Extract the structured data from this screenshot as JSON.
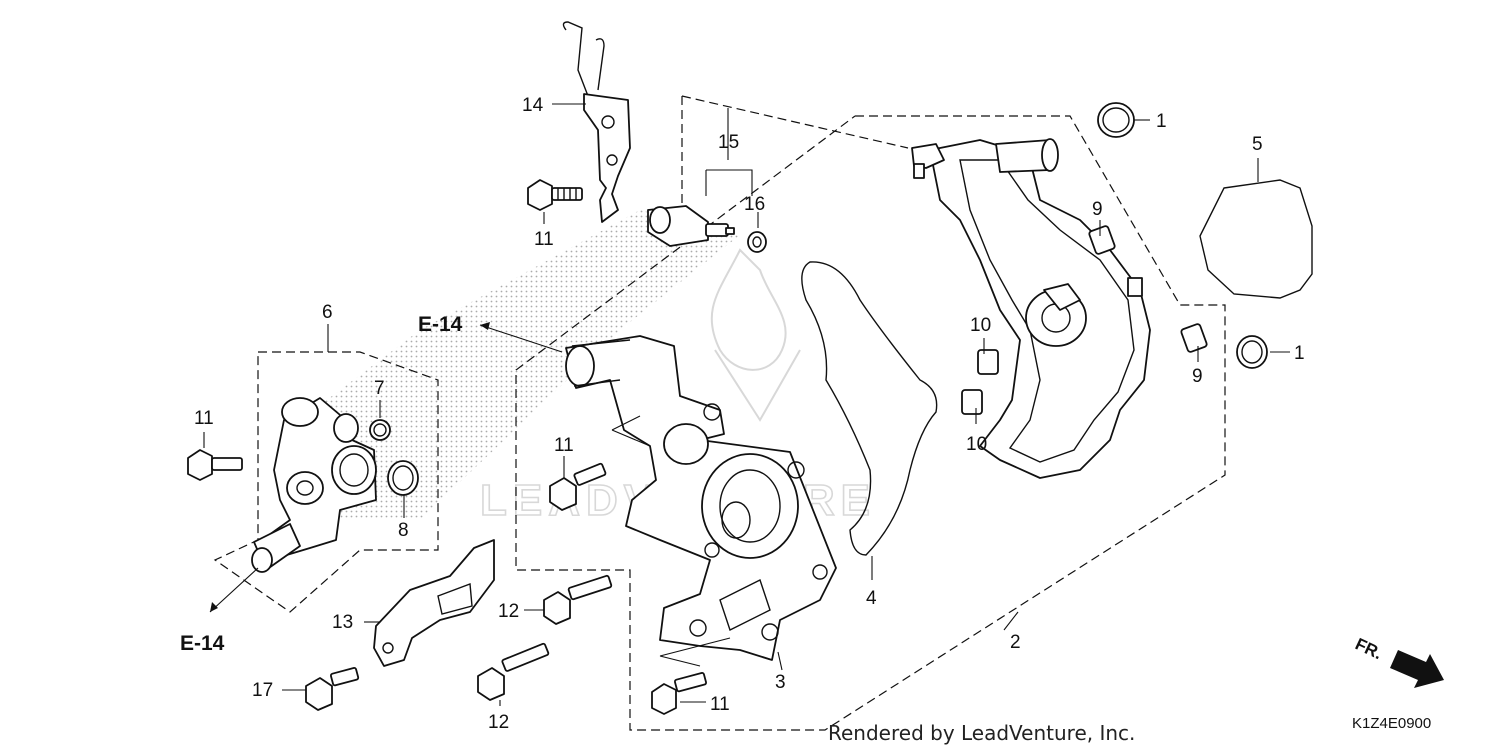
{
  "callouts": {
    "c1a": "1",
    "c1b": "1",
    "c2": "2",
    "c3": "3",
    "c4": "4",
    "c5": "5",
    "c6": "6",
    "c7": "7",
    "c8": "8",
    "c9a": "9",
    "c9b": "9",
    "c10a": "10",
    "c10b": "10",
    "c11a": "11",
    "c11b": "11",
    "c11c": "11",
    "c11d": "11",
    "c12a": "12",
    "c12b": "12",
    "c13": "13",
    "c14": "14",
    "c15": "15",
    "c16": "16",
    "c17": "17"
  },
  "references": {
    "ref_upper": "E-14",
    "ref_lower": "E-14"
  },
  "watermark": "LEADVENTURE",
  "footer": {
    "rendered_by": "Rendered by LeadVenture, Inc.",
    "diagram_code": "K1Z4E0900"
  },
  "direction": {
    "label": "FR."
  }
}
